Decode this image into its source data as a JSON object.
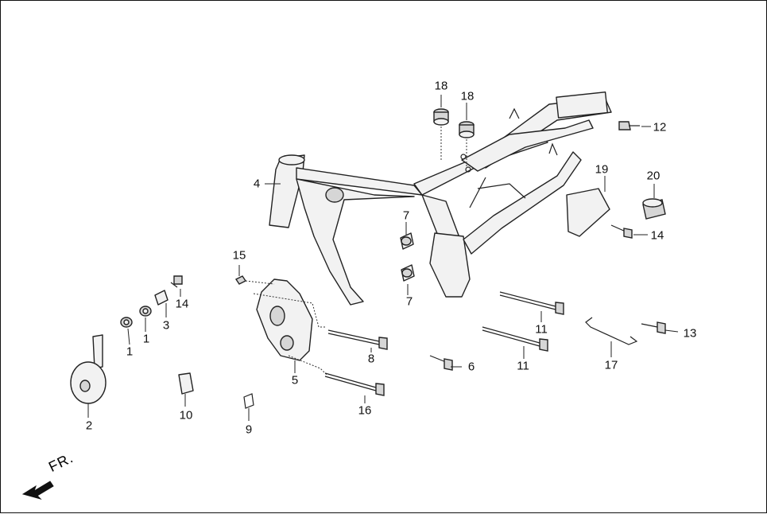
{
  "labels": {
    "l1a": "1",
    "l1b": "1",
    "l2": "2",
    "l3": "3",
    "l4": "4",
    "l5": "5",
    "l6": "6",
    "l7a": "7",
    "l7b": "7",
    "l8": "8",
    "l9": "9",
    "l10": "10",
    "l11a": "11",
    "l11b": "11",
    "l12": "12",
    "l13": "13",
    "l14a": "14",
    "l14b": "14",
    "l15": "15",
    "l16": "16",
    "l17": "17",
    "l18a": "18",
    "l18b": "18",
    "l19": "19",
    "l20": "20"
  },
  "front_indicator": "FR."
}
